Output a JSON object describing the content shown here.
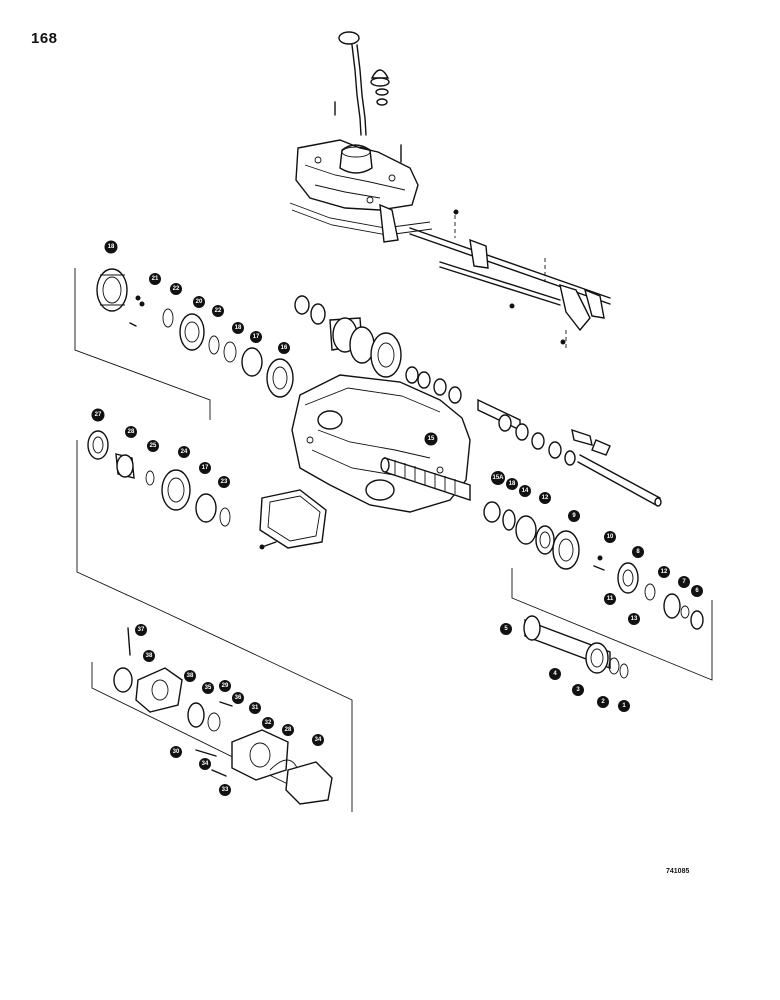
{
  "page": {
    "number": "168",
    "figure_code": "741085"
  },
  "callouts": [
    {
      "id": "c18a",
      "label": "18"
    },
    {
      "id": "c21",
      "label": "21"
    },
    {
      "id": "c22a",
      "label": "22"
    },
    {
      "id": "c20",
      "label": "20"
    },
    {
      "id": "c22b",
      "label": "22"
    },
    {
      "id": "c19",
      "label": "18"
    },
    {
      "id": "c17a",
      "label": "17"
    },
    {
      "id": "c16",
      "label": "16"
    },
    {
      "id": "c27",
      "label": "27"
    },
    {
      "id": "c26",
      "label": "28"
    },
    {
      "id": "c25",
      "label": "25"
    },
    {
      "id": "c24",
      "label": "24"
    },
    {
      "id": "c17b",
      "label": "17"
    },
    {
      "id": "c23",
      "label": "23"
    },
    {
      "id": "c15",
      "label": "15"
    },
    {
      "id": "c15a",
      "label": "15A"
    },
    {
      "id": "c18b",
      "label": "18"
    },
    {
      "id": "c14",
      "label": "14"
    },
    {
      "id": "c12a",
      "label": "12"
    },
    {
      "id": "c9",
      "label": "9"
    },
    {
      "id": "c10",
      "label": "10"
    },
    {
      "id": "c8",
      "label": "8"
    },
    {
      "id": "c12b",
      "label": "12"
    },
    {
      "id": "c7",
      "label": "7"
    },
    {
      "id": "c6",
      "label": "6"
    },
    {
      "id": "c11",
      "label": "11"
    },
    {
      "id": "c13",
      "label": "13"
    },
    {
      "id": "c5",
      "label": "5"
    },
    {
      "id": "c4",
      "label": "4"
    },
    {
      "id": "c3",
      "label": "3"
    },
    {
      "id": "c2",
      "label": "2"
    },
    {
      "id": "c1",
      "label": "1"
    },
    {
      "id": "c37",
      "label": "37"
    },
    {
      "id": "c38a",
      "label": "38"
    },
    {
      "id": "c38b",
      "label": "38"
    },
    {
      "id": "c35",
      "label": "35"
    },
    {
      "id": "c29",
      "label": "29"
    },
    {
      "id": "c36",
      "label": "36"
    },
    {
      "id": "c31",
      "label": "31"
    },
    {
      "id": "c32",
      "label": "32"
    },
    {
      "id": "c28",
      "label": "28"
    },
    {
      "id": "c34a",
      "label": "34"
    },
    {
      "id": "c30",
      "label": "30"
    },
    {
      "id": "c34b",
      "label": "34"
    },
    {
      "id": "c33",
      "label": "33"
    }
  ]
}
